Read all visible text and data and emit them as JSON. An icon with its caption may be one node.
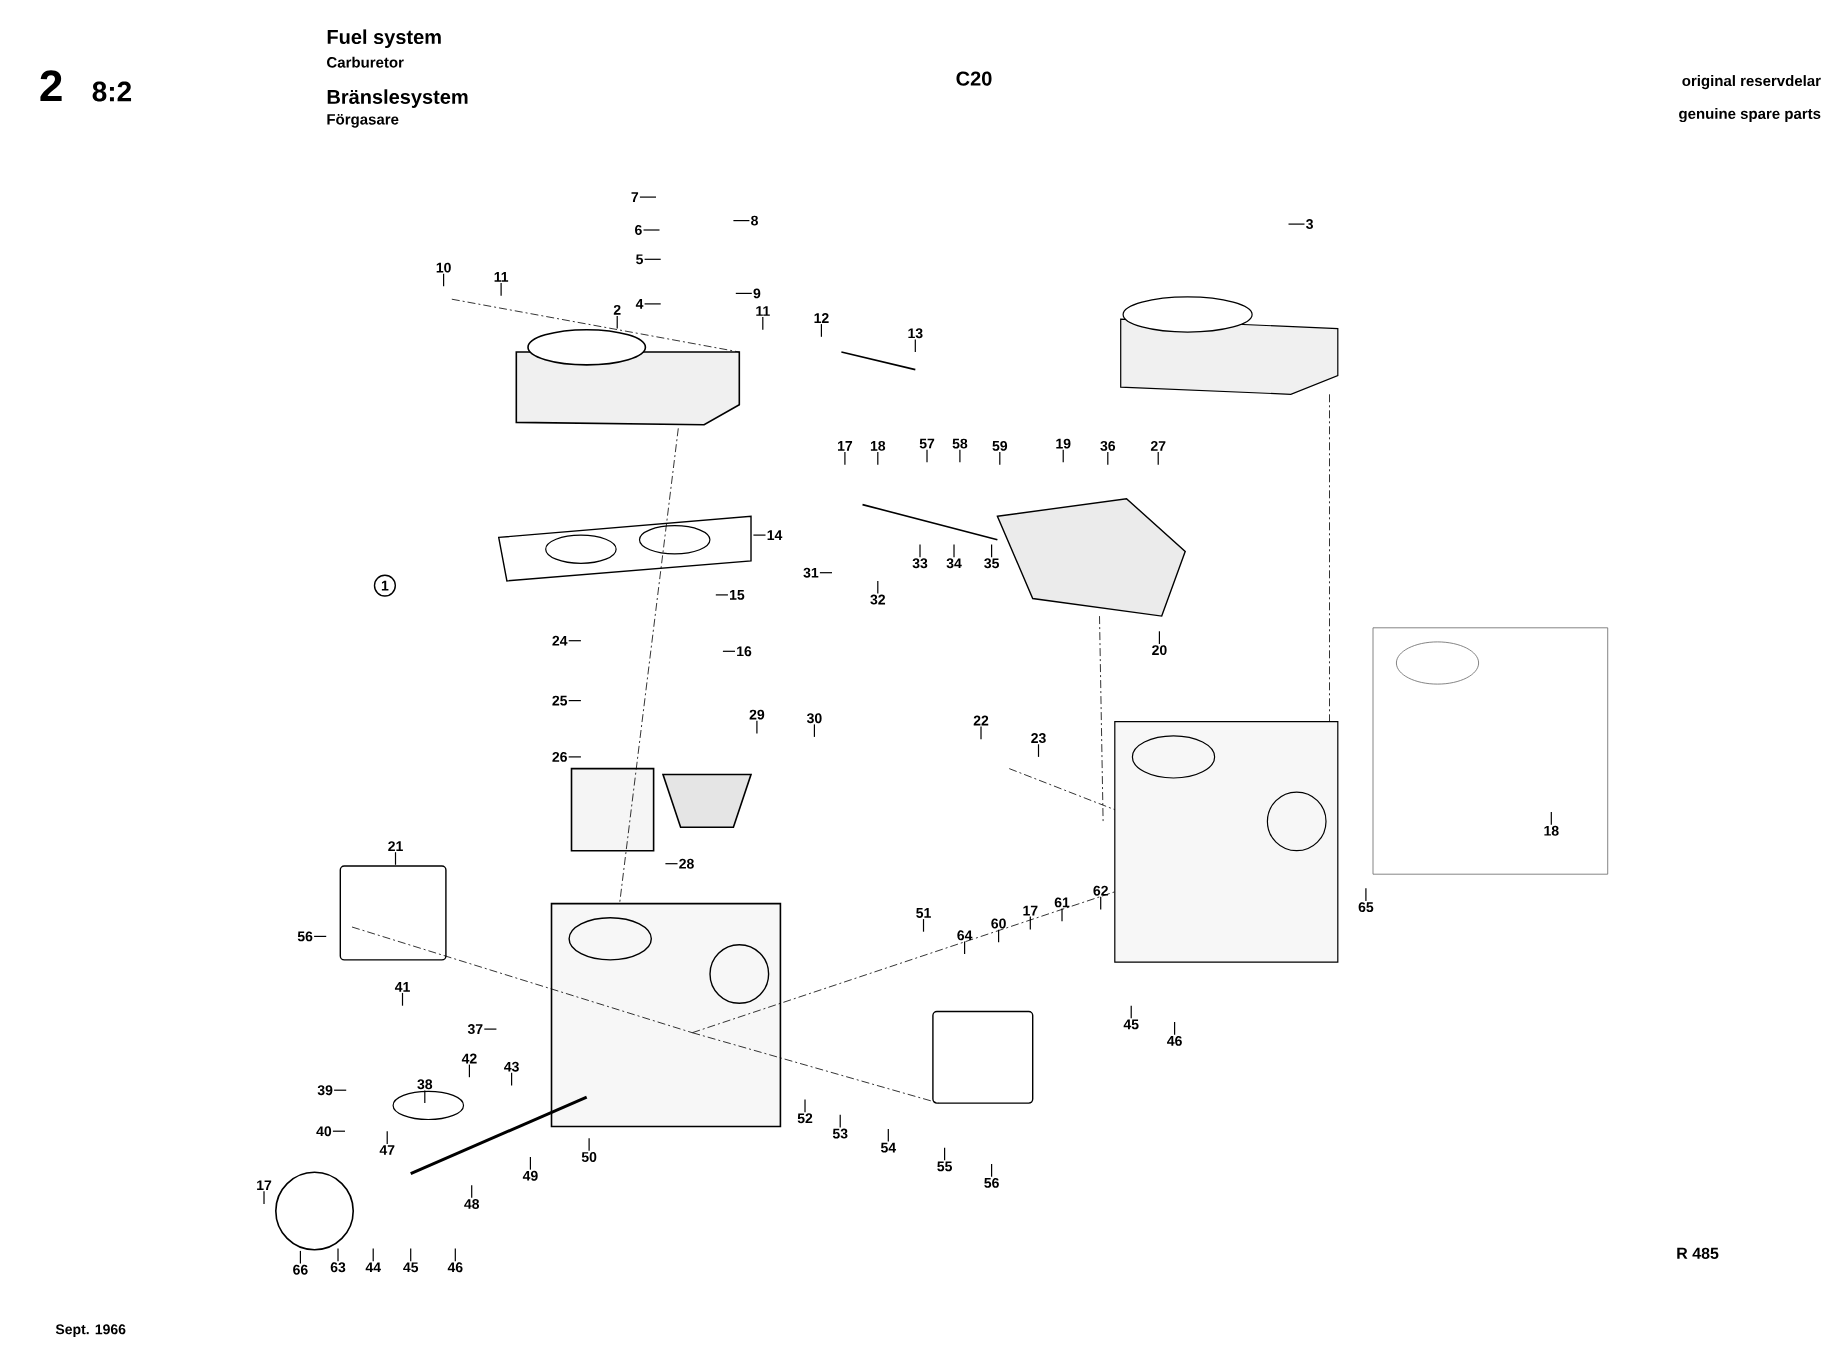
{
  "diagram": {
    "title": "Fuel system",
    "nodes": [
      {
        "text": [
          "7"
        ]
      },
      {
        "text": [
          "6"
        ]
      },
      {
        "text": [
          "8"
        ]
      },
      {
        "text": [
          "5"
        ]
      },
      {
        "text": [
          "9"
        ]
      },
      {
        "text": [
          "4"
        ]
      },
      {
        "text": [
          "10"
        ]
      },
      {
        "text": [
          "11"
        ]
      },
      {
        "text": [
          "2"
        ]
      },
      {
        "text": [
          "11"
        ]
      },
      {
        "text": [
          "12"
        ]
      },
      {
        "text": [
          "13"
        ]
      },
      {
        "text": [
          "3"
        ]
      },
      {
        "text": [
          "17"
        ]
      },
      {
        "text": [
          "18"
        ]
      },
      {
        "text": [
          "57"
        ]
      },
      {
        "text": [
          "58"
        ]
      },
      {
        "text": [
          "59"
        ]
      },
      {
        "text": [
          "19"
        ]
      },
      {
        "text": [
          "36"
        ]
      },
      {
        "text": [
          "27"
        ]
      },
      {
        "text": [
          "14"
        ]
      },
      {
        "text": [
          "1"
        ]
      },
      {
        "text": [
          "15"
        ]
      },
      {
        "text": [
          "16"
        ]
      },
      {
        "text": [
          "31"
        ]
      },
      {
        "text": [
          "32"
        ]
      },
      {
        "text": [
          "33"
        ]
      },
      {
        "text": [
          "34"
        ]
      },
      {
        "text": [
          "35"
        ]
      },
      {
        "text": [
          "20"
        ]
      },
      {
        "text": [
          "24"
        ]
      },
      {
        "text": [
          "25"
        ]
      },
      {
        "text": [
          "26"
        ]
      },
      {
        "text": [
          "29"
        ]
      },
      {
        "text": [
          "30"
        ]
      },
      {
        "text": [
          "22"
        ]
      },
      {
        "text": [
          "23"
        ]
      },
      {
        "text": [
          "21"
        ]
      },
      {
        "text": [
          "28"
        ]
      },
      {
        "text": [
          "18"
        ]
      },
      {
        "text": [
          "65"
        ]
      },
      {
        "text": [
          "56"
        ]
      },
      {
        "text": [
          "51"
        ]
      },
      {
        "text": [
          "64"
        ]
      },
      {
        "text": [
          "60"
        ]
      },
      {
        "text": [
          "17"
        ]
      },
      {
        "text": [
          "61"
        ]
      },
      {
        "text": [
          "62"
        ]
      },
      {
        "text": [
          "41"
        ]
      },
      {
        "text": [
          "37"
        ]
      },
      {
        "text": [
          "45"
        ]
      },
      {
        "text": [
          "46"
        ]
      },
      {
        "text": [
          "39"
        ]
      },
      {
        "text": [
          "38"
        ]
      },
      {
        "text": [
          "42"
        ]
      },
      {
        "text": [
          "43"
        ]
      },
      {
        "text": [
          "40"
        ]
      },
      {
        "text": [
          "47"
        ]
      },
      {
        "text": [
          "52"
        ]
      },
      {
        "text": [
          "53"
        ]
      },
      {
        "text": [
          "54"
        ]
      },
      {
        "text": [
          "55"
        ]
      },
      {
        "text": [
          "56"
        ]
      },
      {
        "text": [
          "50"
        ]
      },
      {
        "text": [
          "49"
        ]
      },
      {
        "text": [
          "48"
        ]
      },
      {
        "text": [
          "17"
        ]
      },
      {
        "text": [
          "66"
        ]
      },
      {
        "text": [
          "63"
        ]
      },
      {
        "text": [
          "44"
        ]
      },
      {
        "text": [
          "45"
        ]
      },
      {
        "text": [
          "46"
        ]
      }
    ],
    "edges": [
      {
        "from": 0,
        "to": null,
        "arrow": "none"
      },
      {
        "from": 1,
        "to": null,
        "arrow": "none"
      },
      {
        "from": 2,
        "to": null,
        "arrow": "none"
      },
      {
        "from": 3,
        "to": null,
        "arrow": "none"
      },
      {
        "from": 4,
        "to": null,
        "arrow": "none"
      },
      {
        "from": 5,
        "to": null,
        "arrow": "none"
      },
      {
        "from": 6,
        "to": null,
        "arrow": "none"
      },
      {
        "from": 7,
        "to": null,
        "arrow": "none"
      },
      {
        "from": 8,
        "to": null,
        "arrow": "none"
      },
      {
        "from": 9,
        "to": null,
        "arrow": "none"
      },
      {
        "from": 10,
        "to": null,
        "arrow": "none"
      },
      {
        "from": 11,
        "to": null,
        "arrow": "none"
      },
      {
        "from": 12,
        "to": null,
        "arrow": "none"
      },
      {
        "from": 13,
        "to": null,
        "arrow": "none"
      },
      {
        "from": 14,
        "to": null,
        "arrow": "none"
      },
      {
        "from": 15,
        "to": null,
        "arrow": "none"
      },
      {
        "from": 16,
        "to": null,
        "arrow": "none"
      },
      {
        "from": 17,
        "to": null,
        "arrow": "none"
      },
      {
        "from": 18,
        "to": null,
        "arrow": "none"
      },
      {
        "from": 19,
        "to": null,
        "arrow": "none"
      },
      {
        "from": 20,
        "to": null,
        "arrow": "none"
      },
      {
        "from": 21,
        "to": null,
        "arrow": "none"
      },
      {
        "from": 23,
        "to": null,
        "arrow": "none"
      },
      {
        "from": 24,
        "to": null,
        "arrow": "none"
      },
      {
        "from": 25,
        "to": null,
        "arrow": "none"
      },
      {
        "from": 26,
        "to": null,
        "arrow": "none"
      },
      {
        "from": 27,
        "to": null,
        "arrow": "none"
      },
      {
        "from": 28,
        "to": null,
        "arrow": "none"
      },
      {
        "from": 29,
        "to": null,
        "arrow": "none"
      },
      {
        "from": 30,
        "to": null,
        "arrow": "none"
      },
      {
        "from": 31,
        "to": null,
        "arrow": "none"
      },
      {
        "from": 32,
        "to": null,
        "arrow": "none"
      },
      {
        "from": 33,
        "to": null,
        "arrow": "none"
      },
      {
        "from": 34,
        "to": null,
        "arrow": "none"
      },
      {
        "from": 35,
        "to": null,
        "arrow": "none"
      },
      {
        "from": 36,
        "to": null,
        "arrow": "none"
      },
      {
        "from": 37,
        "to": null,
        "arrow": "none"
      },
      {
        "from": 38,
        "to": null,
        "arrow": "none"
      },
      {
        "from": 39,
        "to": null,
        "arrow": "none"
      },
      {
        "from": 40,
        "to": null,
        "arrow": "none"
      },
      {
        "from": 41,
        "to": null,
        "arrow": "none"
      },
      {
        "from": 42,
        "to": null,
        "arrow": "none"
      },
      {
        "from": 43,
        "to": null,
        "arrow": "none"
      },
      {
        "from": 44,
        "to": null,
        "arrow": "none"
      },
      {
        "from": 45,
        "to": null,
        "arrow": "none"
      },
      {
        "from": 46,
        "to": null,
        "arrow": "none"
      },
      {
        "from": 47,
        "to": null,
        "arrow": "none"
      },
      {
        "from": 48,
        "to": null,
        "arrow": "none"
      },
      {
        "from": 49,
        "to": null,
        "arrow": "none"
      },
      {
        "from": 50,
        "to": null,
        "arrow": "none"
      },
      {
        "from": 51,
        "to": null,
        "arrow": "none"
      },
      {
        "from": 52,
        "to": null,
        "arrow": "none"
      },
      {
        "from": 53,
        "to": null,
        "arrow": "none"
      },
      {
        "from": 54,
        "to": null,
        "arrow": "none"
      },
      {
        "from": 55,
        "to": null,
        "arrow": "none"
      },
      {
        "from": 56,
        "to": null,
        "arrow": "none"
      },
      {
        "from": 57,
        "to": null,
        "arrow": "none"
      },
      {
        "from": 58,
        "to": null,
        "arrow": "none"
      },
      {
        "from": 59,
        "to": null,
        "arrow": "none"
      },
      {
        "from": 60,
        "to": null,
        "arrow": "none"
      },
      {
        "from": 61,
        "to": null,
        "arrow": "none"
      },
      {
        "from": 62,
        "to": null,
        "arrow": "none"
      },
      {
        "from": 63,
        "to": null,
        "arrow": "none"
      },
      {
        "from": 64,
        "to": null,
        "arrow": "none"
      },
      {
        "from": 65,
        "to": null,
        "arrow": "none"
      },
      {
        "from": 66,
        "to": null,
        "arrow": "none"
      },
      {
        "from": 67,
        "to": null,
        "arrow": "none"
      },
      {
        "from": 68,
        "to": null,
        "arrow": "none"
      },
      {
        "from": 69,
        "to": null,
        "arrow": "none"
      },
      {
        "from": 70,
        "to": null,
        "arrow": "none"
      },
      {
        "from": 71,
        "to": null,
        "arrow": "none"
      },
      {
        "from": 72,
        "to": null,
        "arrow": "none"
      }
    ],
    "labels": [
      "2",
      "8:2",
      "Carburetor",
      "Bränslesystem",
      "Förgasare",
      "C20",
      "original reservdelar",
      "genuine spare parts",
      "R 485",
      "Sept. 1966"
    ]
  }
}
